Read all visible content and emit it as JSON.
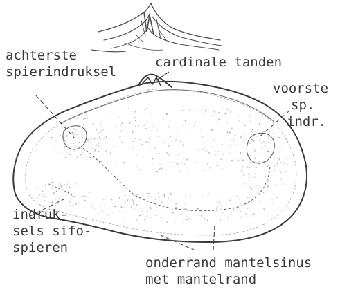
{
  "labels": {
    "posterior_muscle_scar": [
      "achterste",
      "spierindruksel"
    ],
    "cardinal_teeth": [
      "cardinale tanden"
    ],
    "anterior_muscle_scar": [
      "voorste",
      "sp.",
      "indr."
    ],
    "siphon_muscle_scars": [
      "indruk-",
      "sels sifo-",
      "spieren"
    ],
    "ventral_margin_sinus": [
      "onderrand mantelsinus",
      "met mantelrand"
    ]
  },
  "colors": {
    "ink": "#3a3a3a",
    "stipple": "#8a8a8a",
    "background": "#ffffff"
  }
}
